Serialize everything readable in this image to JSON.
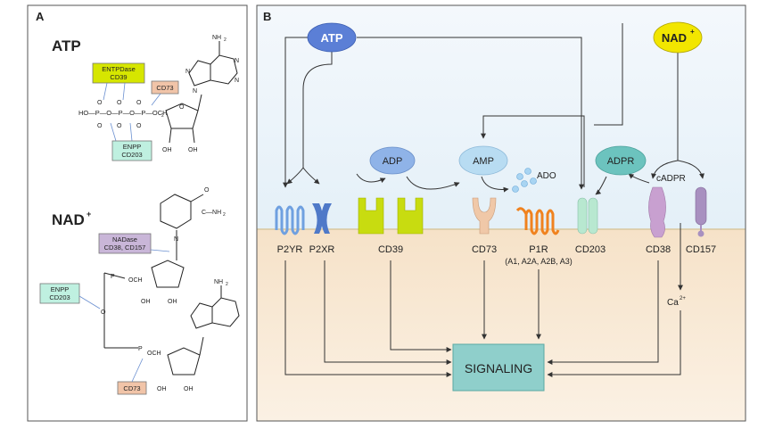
{
  "panel_a": {
    "label": "A",
    "atp": {
      "title": "ATP",
      "enzyme_entpdase": [
        "ENTPDase",
        "CD39"
      ],
      "enzyme_cd73": "CD73",
      "enzyme_enpp": [
        "ENPP",
        "CD203"
      ],
      "phosphate_chain": "HO—P—O—P—O—P—OCH",
      "subscript_2": "2",
      "oh": "OH",
      "nh2": "NH",
      "atom_o": "O",
      "atom_n": "N"
    },
    "nad": {
      "title": "NAD",
      "superscript": "+",
      "enzyme_nadase": [
        "NADase",
        "CD38, CD157"
      ],
      "enzyme_enpp": [
        "ENPP",
        "CD203"
      ],
      "enzyme_cd73": "CD73",
      "amide": "C—NH",
      "och2": "OCH",
      "oh": "OH",
      "nh2": "NH",
      "atom_o": "O",
      "atom_n": "N",
      "atom_p": "P"
    }
  },
  "panel_b": {
    "label": "B",
    "nodes": {
      "atp": "ATP",
      "nad": "NAD",
      "nad_sup": "+",
      "adp": "ADP",
      "amp": "AMP",
      "adpr": "ADPR",
      "ado": "ADO",
      "cadpr": "cADPR",
      "ca": "Ca",
      "ca_sup": "2+",
      "signaling": "SIGNALING"
    },
    "receptors": {
      "p2yr": "P2YR",
      "p2xr": "P2XR",
      "cd39": "CD39",
      "cd73": "CD73",
      "p1r": "P1R",
      "p1r_subtypes": "(A1, A2A, A2B, A3)",
      "cd203": "CD203",
      "cd38": "CD38",
      "cd157": "CD157"
    },
    "colors": {
      "atp_node": "#5b7fd6",
      "nad_node": "#f2e600",
      "adp_node": "#8fb3e8",
      "amp_node": "#b8dcf2",
      "adpr_node": "#6cc3be",
      "signaling_box": "#8fcfcb",
      "p2yr": "#6fa0e0",
      "p2xr": "#4f79c8",
      "cd39": "#c8dc10",
      "cd73": "#f0c8a8",
      "p1r": "#f0821e",
      "cd203": "#b8e8d0",
      "cd38": "#c8a0d0",
      "cd157": "#a890c0",
      "extracellular": "#eef5fa",
      "intracellular": "#f8e8d4",
      "membrane": "#d8c8a0"
    }
  }
}
